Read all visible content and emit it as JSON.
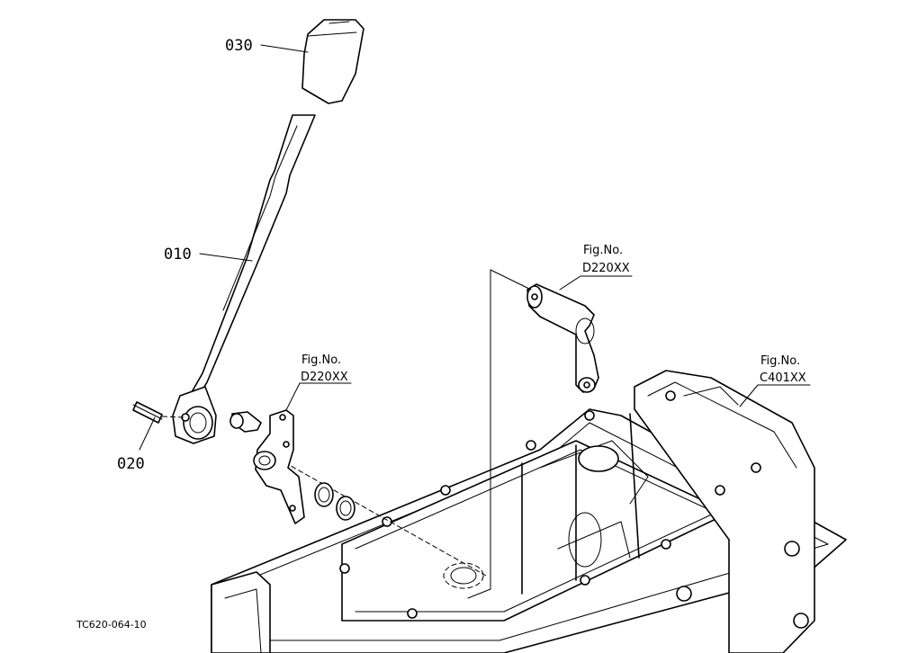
{
  "callouts": {
    "part_030": "030",
    "part_010": "010",
    "part_020": "020"
  },
  "fig_refs": {
    "ref_left": {
      "label": "Fig.No.",
      "code": "D220XX"
    },
    "ref_top": {
      "label": "Fig.No.",
      "code": "D220XX"
    },
    "ref_right": {
      "label": "Fig.No.",
      "code": "C401XX"
    }
  },
  "drawing_code": "TC620-064-10"
}
